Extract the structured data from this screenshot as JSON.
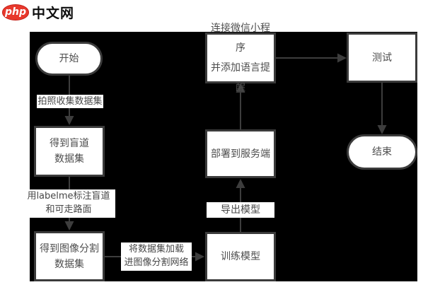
{
  "header": {
    "logo_badge": "php",
    "site_name": "中文网"
  },
  "colors": {
    "page_bg": "#ffffff",
    "canvas_bg": "#000000",
    "node_fill": "#ffffff",
    "node_border": "#3b3b3b",
    "node_text": "#4d4d4d",
    "edge_line": "#3d3d3d",
    "edge_label_bg": "#ffffff",
    "edge_label_text": "#474747",
    "logo_red": "#e8382c"
  },
  "flowchart": {
    "nodes": {
      "start": {
        "label": "开始"
      },
      "blind": {
        "line1": "得到盲道",
        "line2": "数据集"
      },
      "seg": {
        "line1": "得到图像分割",
        "line2": "数据集"
      },
      "train": {
        "label": "训练模型"
      },
      "deploy": {
        "label": "部署到服务端"
      },
      "wechat": {
        "line1": "连接微信小程序",
        "line2": "并添加语言提醒"
      },
      "test": {
        "label": "测试"
      },
      "end": {
        "label": "结束"
      }
    },
    "edge_labels": {
      "collect": {
        "label": "拍照收集数据集"
      },
      "labelme": {
        "line1": "用labelme标注盲道",
        "line2": "和可走路面"
      },
      "load": {
        "line1": "将数据集加载",
        "line2": "进图像分割网络"
      },
      "export": {
        "label": "导出模型"
      }
    }
  }
}
